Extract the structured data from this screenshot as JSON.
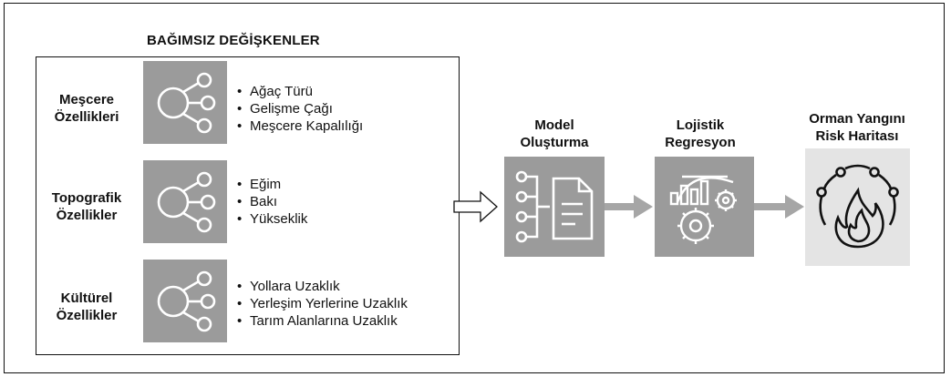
{
  "title": "BAĞIMSIZ DEĞİŞKENLER",
  "groups": [
    {
      "label_line1": "Meşcere",
      "label_line2": "Özellikleri",
      "items": [
        "Ağaç Türü",
        "Gelişme Çağı",
        "Meşcere Kapalılığı"
      ],
      "icon": "network-node-icon"
    },
    {
      "label_line1": "Topografik",
      "label_line2": "Özellikler",
      "items": [
        "Eğim",
        "Bakı",
        "Yükseklik"
      ],
      "icon": "network-node-icon"
    },
    {
      "label_line1": "Kültürel",
      "label_line2": "Özellikler",
      "items": [
        "Yollara Uzaklık",
        "Yerleşim Yerlerine Uzaklık",
        "Tarım Alanlarına Uzaklık"
      ],
      "icon": "network-node-icon"
    }
  ],
  "steps": [
    {
      "title_line1": "Model",
      "title_line2": "Oluşturma",
      "icon": "data-document-icon",
      "color": "#9b9b9b"
    },
    {
      "title_line1": "Lojistik",
      "title_line2": "Regresyon",
      "icon": "chart-gears-icon",
      "color": "#9b9b9b"
    },
    {
      "title_line1": "Orman Yangını",
      "title_line2": "Risk Haritası",
      "icon": "fire-cycle-icon",
      "color": "#e4e4e4"
    }
  ],
  "colors": {
    "icon_bg": "#9b9b9b",
    "icon_fg": "#ffffff",
    "arrow": "#a6a6a6",
    "result_bg": "#e4e4e4",
    "result_fg": "#111111"
  }
}
